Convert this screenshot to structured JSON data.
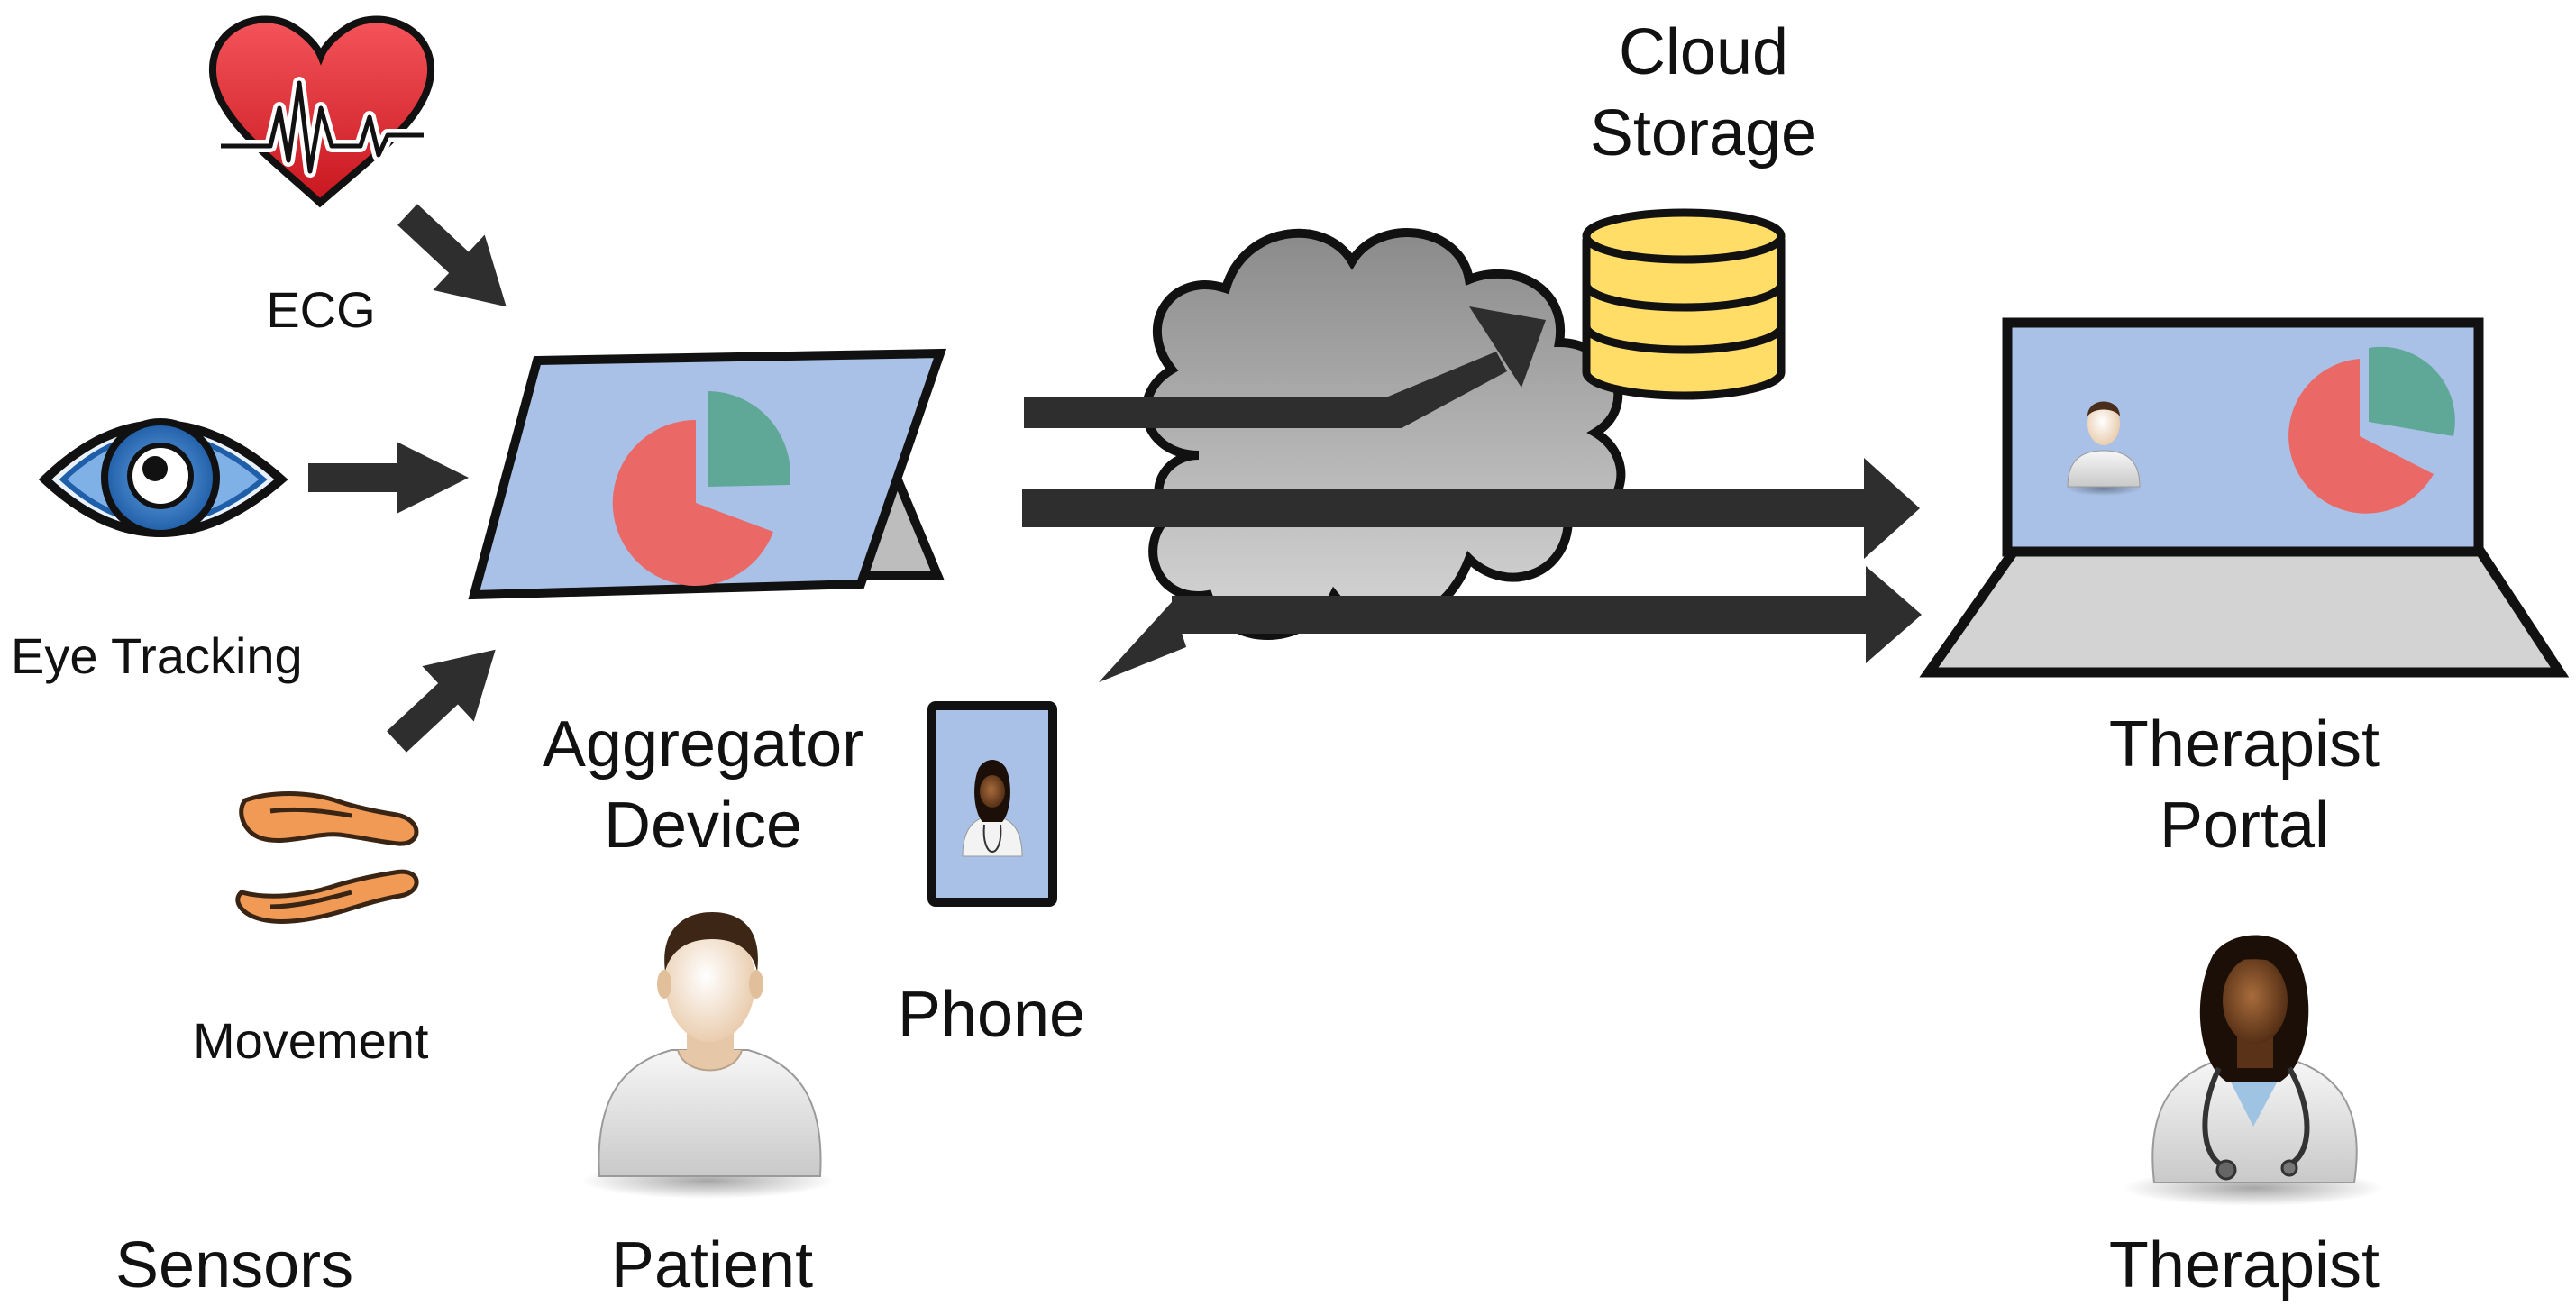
{
  "labels": {
    "ecg": "ECG",
    "eye_tracking": "Eye Tracking",
    "movement": "Movement",
    "sensors": "Sensors",
    "aggregator_line1": "Aggregator",
    "aggregator_line2": "Device",
    "patient": "Patient",
    "phone": "Phone",
    "cloud_line1": "Cloud",
    "cloud_line2": "Storage",
    "portal_line1": "Therapist",
    "portal_line2": "Portal",
    "therapist": "Therapist"
  },
  "icons": {
    "ecg": "heart-ecg-icon",
    "eye": "eye-icon",
    "movement": "hands-icon",
    "patient": "patient-avatar-icon",
    "therapist": "therapist-avatar-icon",
    "database": "database-icon",
    "cloud": "cloud-icon",
    "tablet": "tablet-icon",
    "laptop": "laptop-icon",
    "phone": "phone-icon"
  },
  "colors": {
    "outline": "#111111",
    "arrow": "#2e2e2e",
    "screen": "#a9c1e6",
    "pie_red": "#ea6866",
    "pie_green": "#5fa898",
    "heart": "#e0262d",
    "eye": "#2e72c2",
    "hands": "#f09a55",
    "database": "#ffdd66",
    "cloud": "#b8b8b8",
    "device_body": "#d3d3d3"
  }
}
